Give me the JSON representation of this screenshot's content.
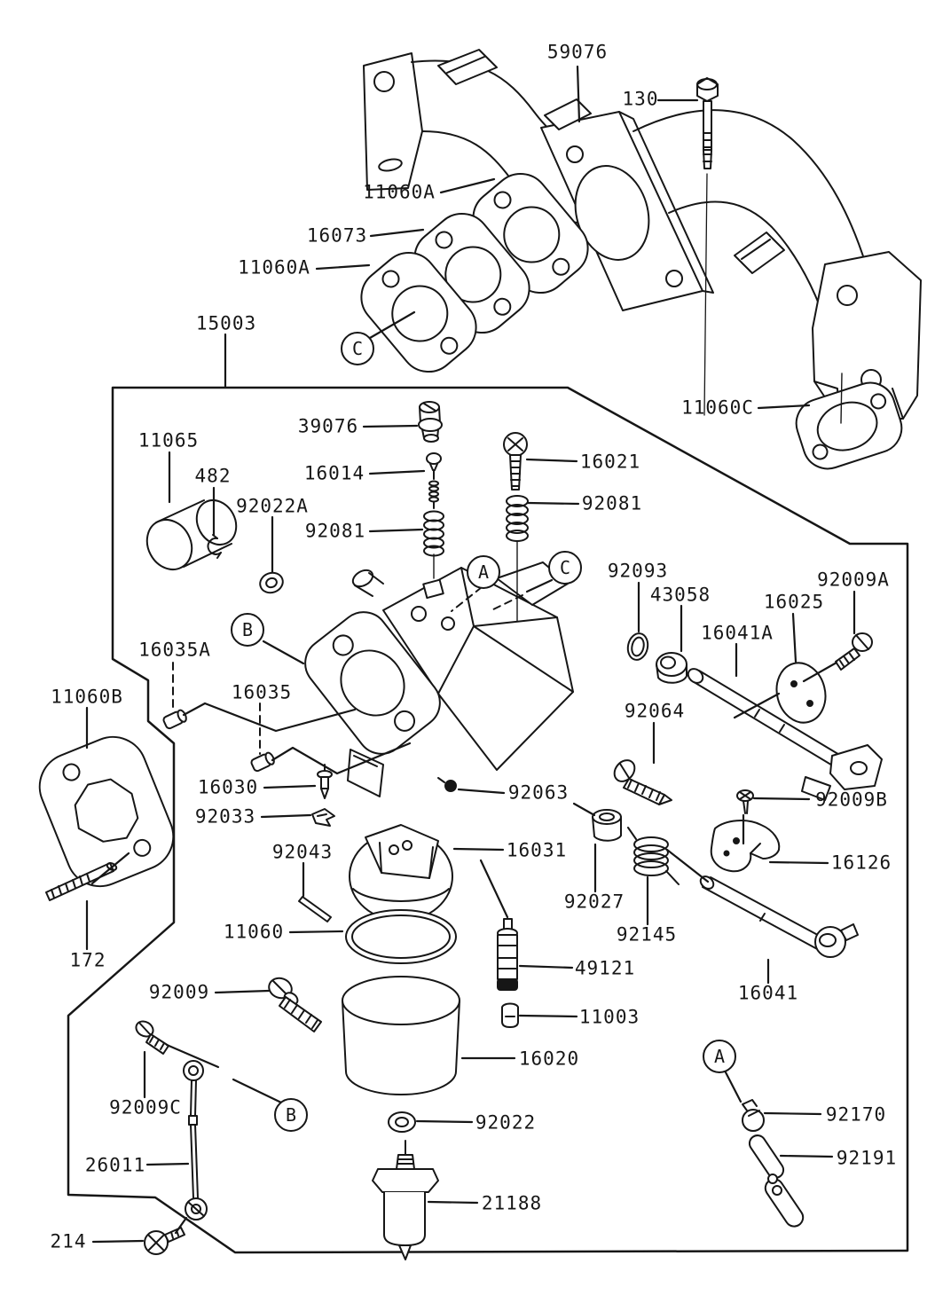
{
  "colors": {
    "ink": "#161616",
    "background": "#ffffff"
  },
  "labels": [
    {
      "text": "59076"
    },
    {
      "text": "130"
    },
    {
      "text": "11060A"
    },
    {
      "text": "16073"
    },
    {
      "text": "11060A"
    },
    {
      "text": "15003"
    },
    {
      "text": "11060C"
    },
    {
      "text": "39076"
    },
    {
      "text": "11065"
    },
    {
      "text": "482"
    },
    {
      "text": "16014"
    },
    {
      "text": "92022A"
    },
    {
      "text": "92081"
    },
    {
      "text": "16021"
    },
    {
      "text": "92081"
    },
    {
      "text": "92093"
    },
    {
      "text": "43058"
    },
    {
      "text": "16025"
    },
    {
      "text": "92009A"
    },
    {
      "text": "16041A"
    },
    {
      "text": "92064"
    },
    {
      "text": "16035A"
    },
    {
      "text": "11060B"
    },
    {
      "text": "16035"
    },
    {
      "text": "16030"
    },
    {
      "text": "92033"
    },
    {
      "text": "92043"
    },
    {
      "text": "11060"
    },
    {
      "text": "16031"
    },
    {
      "text": "92063"
    },
    {
      "text": "92027"
    },
    {
      "text": "92145"
    },
    {
      "text": "49121"
    },
    {
      "text": "11003"
    },
    {
      "text": "16020"
    },
    {
      "text": "92009"
    },
    {
      "text": "92009C"
    },
    {
      "text": "26011"
    },
    {
      "text": "214"
    },
    {
      "text": "21188"
    },
    {
      "text": "92022"
    },
    {
      "text": "92170"
    },
    {
      "text": "92191"
    },
    {
      "text": "16041"
    },
    {
      "text": "16126"
    },
    {
      "text": "92009B"
    },
    {
      "text": "172"
    }
  ],
  "bubbles": [
    {
      "text": "A"
    },
    {
      "text": "C"
    },
    {
      "text": "B"
    },
    {
      "text": "C"
    },
    {
      "text": "B"
    },
    {
      "text": "A"
    }
  ]
}
